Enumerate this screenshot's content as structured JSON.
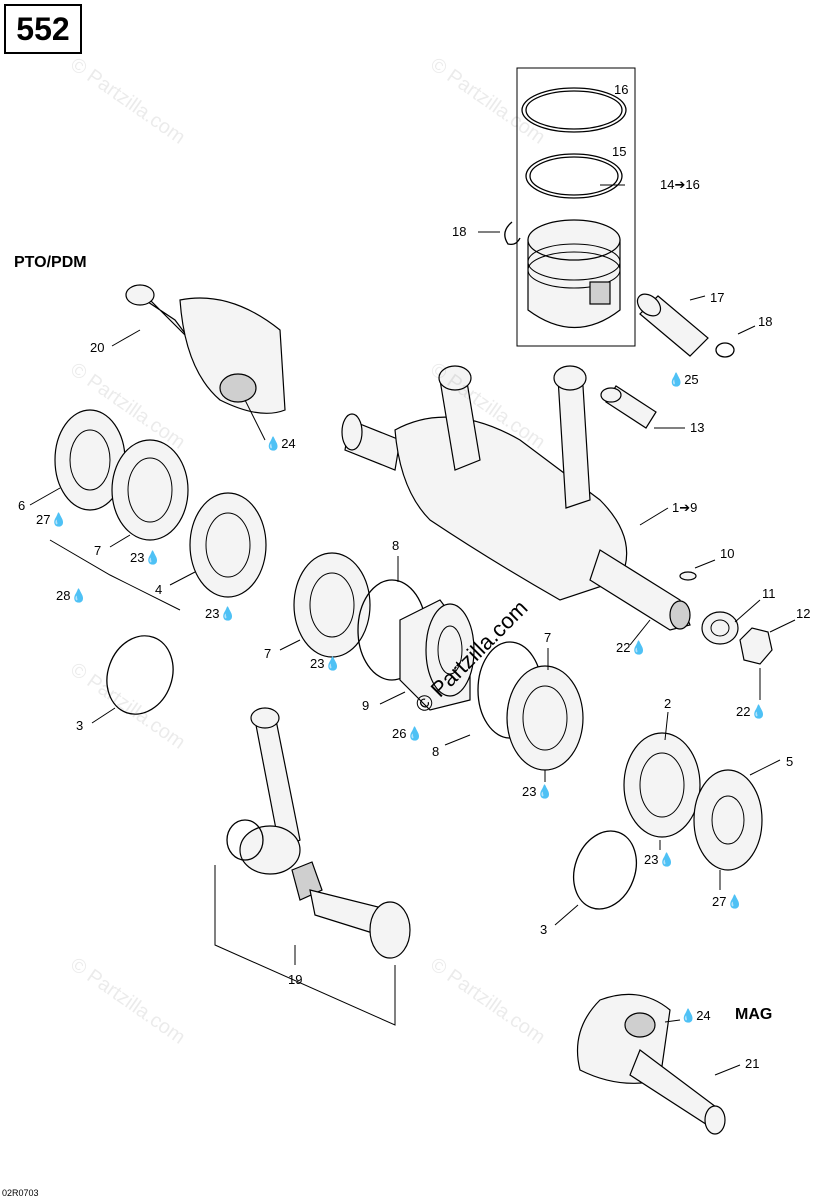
{
  "page_number": "552",
  "section_labels": {
    "pto": "PTO/PDM",
    "mag": "MAG"
  },
  "footer_code": "02R0703",
  "watermark": "© Partzilla.com",
  "callouts": {
    "c16": "16",
    "c15": "15",
    "c14_16": "14➔16",
    "c18a": "18",
    "c17": "17",
    "c18b": "18",
    "c20": "20",
    "c24a": "24",
    "c25": "25",
    "c13": "13",
    "c6": "6",
    "c27a": "27",
    "c7a": "7",
    "c23a": "23",
    "c1_9": "1➔9",
    "c10": "10",
    "c28": "28",
    "c4": "4",
    "c23b": "23",
    "c8a": "8",
    "c11": "11",
    "c12": "12",
    "c7b": "7",
    "c23c": "23",
    "c7c": "7",
    "c22a": "22",
    "c9": "9",
    "c26": "26",
    "c22b": "22",
    "c3a": "3",
    "c8b": "8",
    "c2": "2",
    "c5": "5",
    "c23d": "23",
    "c23e": "23",
    "c27b": "27",
    "c3b": "3",
    "c19": "19",
    "c24b": "24",
    "c21": "21"
  }
}
